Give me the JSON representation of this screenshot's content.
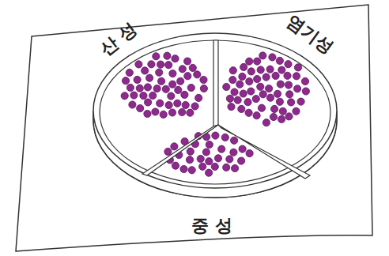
{
  "diagram": {
    "labels": [
      "산 성",
      "염기성",
      "중 성"
    ]
  }
}
